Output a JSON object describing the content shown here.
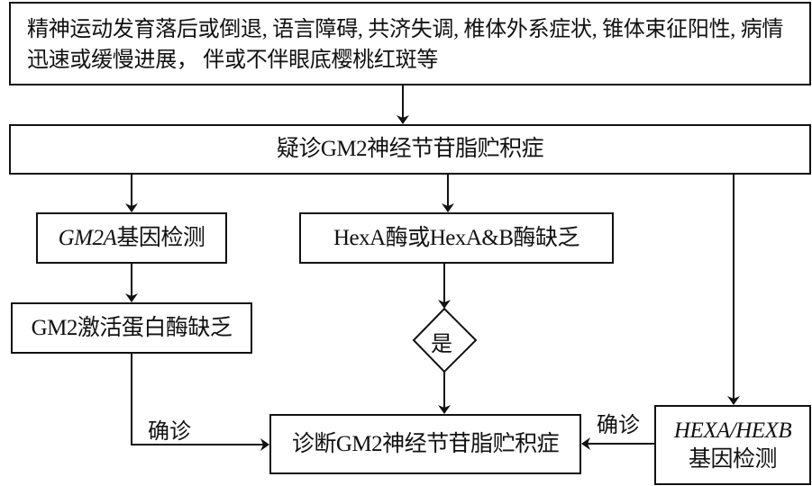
{
  "diagram": {
    "type": "flowchart",
    "nodes": {
      "symptoms": "精神运动发育落后或倒退, 语言障碍, 共济失调, 椎体外系症状, 锥体束征阳性, 病情迅速或缓慢进展， 伴或不伴眼底樱桃红斑等",
      "suspect": "疑诊GM2神经节苷脂贮积症",
      "gm2a_gene_italic": "GM2A",
      "gm2a_gene_rest": "基因检测",
      "hexa_enzyme": "HexA酶或HexA&B酶缺乏",
      "activator_deficiency": "GM2激活蛋白酶缺乏",
      "decision_yes": "是",
      "diagnosis": "诊断GM2神经节苷脂贮积症",
      "hexab_gene_line1": "HEXA/HEXB",
      "hexab_gene_line2": "基因检测"
    },
    "edge_labels": {
      "confirm_left": "确诊",
      "confirm_right": "确诊"
    },
    "edges": [
      {
        "from": "symptoms",
        "to": "suspect"
      },
      {
        "from": "suspect",
        "to": "gm2a_gene"
      },
      {
        "from": "suspect",
        "to": "hexa_enzyme"
      },
      {
        "from": "suspect",
        "to": "hexab_gene"
      },
      {
        "from": "gm2a_gene",
        "to": "activator_deficiency"
      },
      {
        "from": "hexa_enzyme",
        "to": "decision_yes"
      },
      {
        "from": "decision_yes",
        "to": "diagnosis"
      },
      {
        "from": "activator_deficiency",
        "to": "diagnosis",
        "label": "确诊"
      },
      {
        "from": "hexab_gene",
        "to": "diagnosis",
        "label": "确诊"
      }
    ],
    "line_color": "#111111"
  }
}
